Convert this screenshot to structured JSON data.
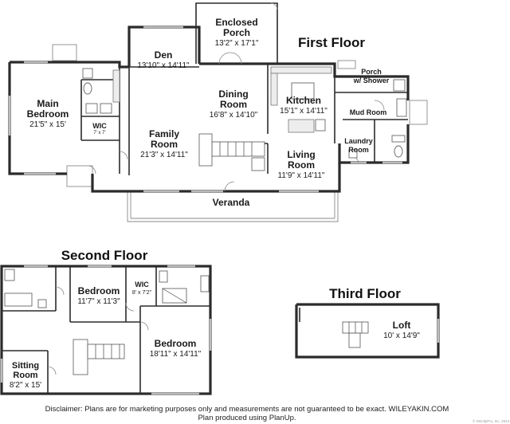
{
  "floors": {
    "first": {
      "title": "First Floor",
      "rooms": {
        "enclosed_porch": {
          "name_line1": "Enclosed",
          "name_line2": "Porch",
          "dims": "13'2\" x 17'1\""
        },
        "den": {
          "name": "Den",
          "dims": "13'10\" x 14'11\""
        },
        "porch_shower": {
          "name_line1": "Porch",
          "name_line2": "w/ Shower"
        },
        "main_bedroom": {
          "name_line1": "Main",
          "name_line2": "Bedroom",
          "dims": "21'5\" x 15'"
        },
        "dining_room": {
          "name_line1": "Dining",
          "name_line2": "Room",
          "dims": "16'8\" x 14'10\""
        },
        "kitchen": {
          "name": "Kitchen",
          "dims": "15'1\" x 14'11\""
        },
        "mud_room": {
          "name": "Mud Room"
        },
        "wic": {
          "name": "WIC",
          "dims": "7' x 7'"
        },
        "family_room": {
          "name_line1": "Family",
          "name_line2": "Room",
          "dims": "21'3\" x 14'11\""
        },
        "laundry_room": {
          "name_line1": "Laundry",
          "name_line2": "Room"
        },
        "living_room": {
          "name_line1": "Living",
          "name_line2": "Room",
          "dims": "11'9\" x 14'11\""
        },
        "veranda": {
          "name": "Veranda"
        }
      }
    },
    "second": {
      "title": "Second Floor",
      "rooms": {
        "bedroom_1": {
          "name": "Bedroom",
          "dims": "11'7\" x 11'3\""
        },
        "wic": {
          "name": "WIC",
          "dims": "8' x 7'2\""
        },
        "bedroom_2": {
          "name": "Bedroom",
          "dims": "18'11\" x 14'11\""
        },
        "sitting_room": {
          "name_line1": "Sitting",
          "name_line2": "Room",
          "dims": "8'2\" x 15'"
        }
      }
    },
    "third": {
      "title": "Third Floor",
      "rooms": {
        "loft": {
          "name": "Loft",
          "dims": "10' x 14'9\""
        }
      }
    }
  },
  "footer": {
    "disclaimer": "Disclaimer: Plans are for marketing purposes only and measurements are not guaranteed to be exact. WILEYAKIN.COM",
    "credit": "Plan produced using PlanUp."
  },
  "watermark": "© StrictlyPro, Inc. 2024",
  "colors": {
    "wall": "#2b2b2b",
    "fixture": "#666666",
    "text": "#1a1a1a"
  }
}
